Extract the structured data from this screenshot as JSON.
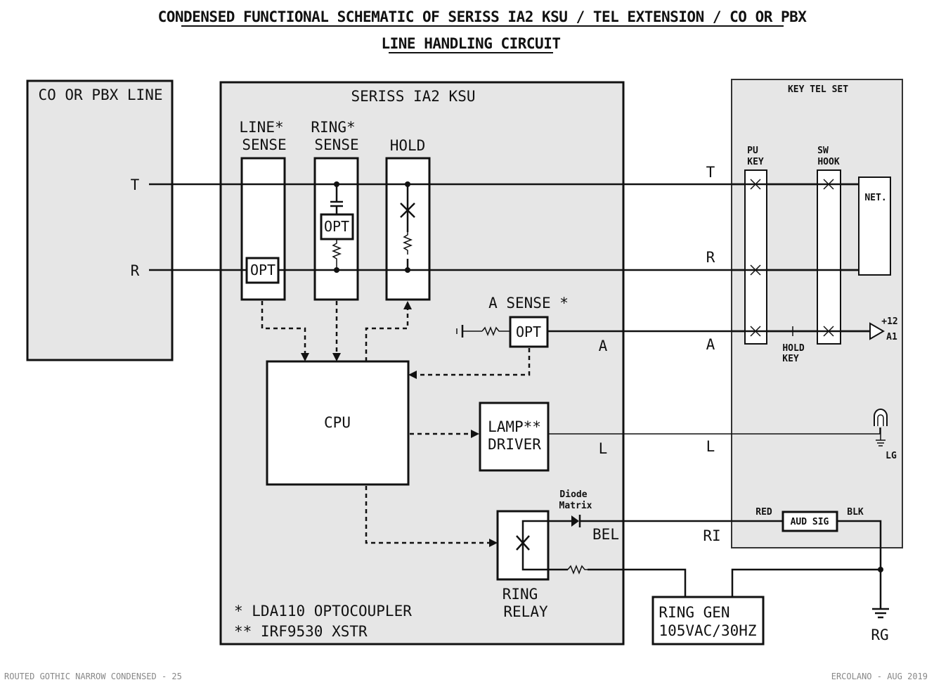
{
  "title": {
    "line1": "CONDENSED FUNCTIONAL SCHEMATIC OF SERISS IA2 KSU / TEL EXTENSION / CO OR PBX",
    "line2": "LINE HANDLING CIRCUIT"
  },
  "co_line": {
    "label": "CO  OR  PBX  LINE",
    "tip": "T",
    "ring": "R"
  },
  "ksu": {
    "label": "SERISS IA2 KSU",
    "line_sense": [
      "LINE*",
      "SENSE"
    ],
    "ring_sense": [
      "RING*",
      "SENSE"
    ],
    "hold": "HOLD",
    "opt": "OPT",
    "a_sense": "A SENSE *",
    "cpu": "CPU",
    "lamp_driver": [
      "LAMP**",
      "DRIVER"
    ],
    "diode_matrix": [
      "Diode",
      "Matrix"
    ],
    "ring_relay": [
      "RING",
      "RELAY"
    ],
    "terminals": {
      "a": "A",
      "l": "L",
      "bel": "BEL"
    },
    "notes": [
      "* LDA110 OPTOCOUPLER",
      "** IRF9530 XSTR"
    ]
  },
  "extension": {
    "t": "T",
    "r": "R",
    "a": "A",
    "l": "L",
    "ri": "RI"
  },
  "key_tel_set": {
    "label": "KEY TEL SET",
    "pu_key": [
      "PU",
      "KEY"
    ],
    "sw_hook": [
      "SW",
      "HOOK"
    ],
    "net": "NET.",
    "hold_key": [
      "HOLD",
      "KEY"
    ],
    "plus12": "+12",
    "a1": "A1",
    "lg": "LG",
    "red": "RED",
    "blk": "BLK",
    "aud_sig": "AUD SIG"
  },
  "ring_gen": [
    "RING GEN",
    "105VAC/30HZ"
  ],
  "rg": "RG",
  "footer": {
    "left": "ROUTED GOTHIC NARROW CONDENSED - 25",
    "right": "ERCOLANO - AUG 2019"
  }
}
